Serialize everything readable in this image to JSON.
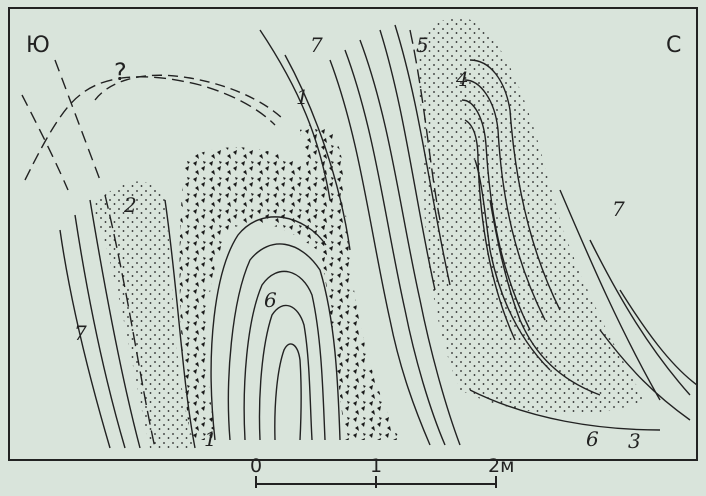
{
  "directions": {
    "south": "Ю",
    "north": "С"
  },
  "question_mark": "?",
  "labels": {
    "l1_top": "1",
    "l1_bottom": "1",
    "l2": "2",
    "l3": "3",
    "l4": "4",
    "l5": "5",
    "l6_center": "6",
    "l6_right": "6",
    "l7_top": "7",
    "l7_left": "7",
    "l7_right": "7"
  },
  "scale": {
    "tick0": "0",
    "tick1": "1",
    "tick2": "2м"
  }
}
